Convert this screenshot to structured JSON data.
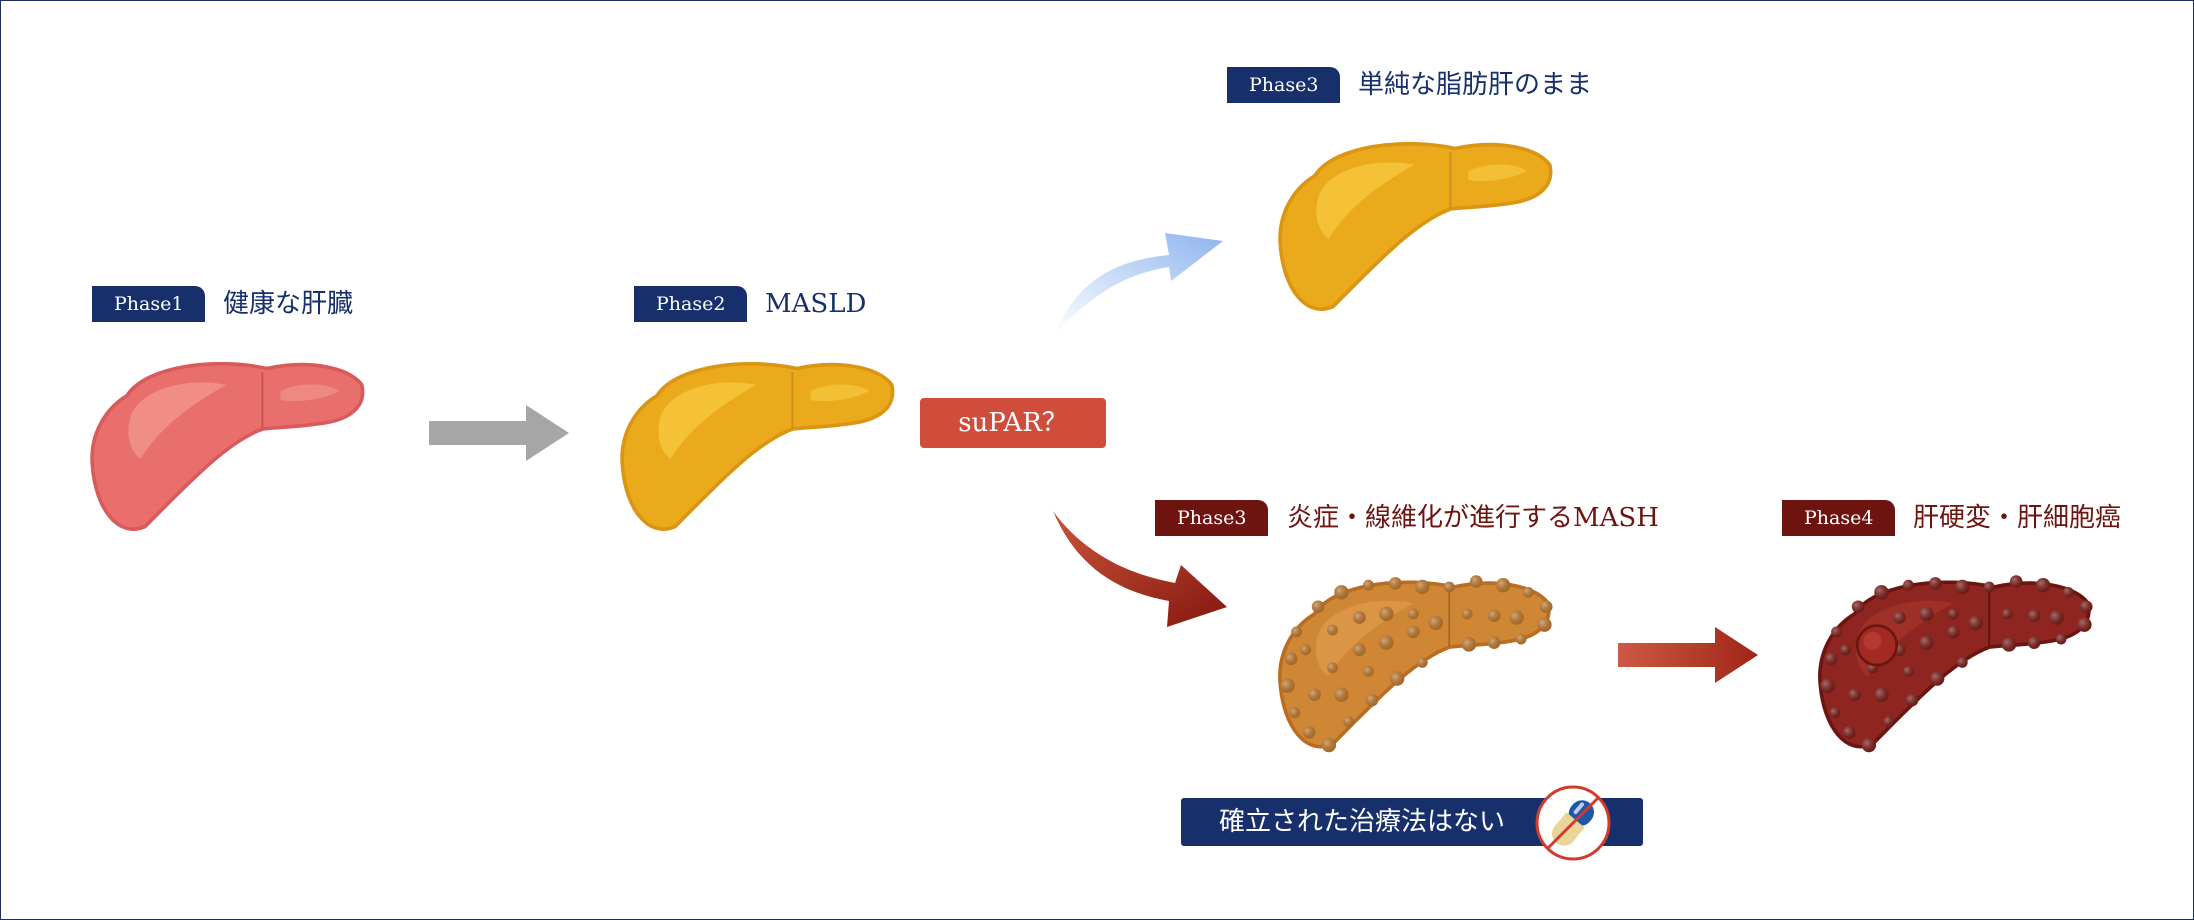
{
  "phases": {
    "healthy": {
      "tag": "Phase1",
      "title": "健康な肝臓"
    },
    "masld": {
      "tag": "Phase2",
      "title": "MASLD"
    },
    "simple_fatty": {
      "tag": "Phase3",
      "title": "単純な脂肪肝のまま"
    },
    "mash": {
      "tag": "Phase3",
      "title": "炎症・線維化が進行するMASH"
    },
    "cirrhosis": {
      "tag": "Phase4",
      "title": "肝硬変・肝細胞癌"
    }
  },
  "supar_label": "suPAR？",
  "no_treatment_label": "確立された治療法はない",
  "colors": {
    "navy": "#17306b",
    "dark_red": "#6e1410",
    "supar": "#d04d3c",
    "healthy_liver": "#e86f6c",
    "fatty_liver": "#eaaa1c",
    "mash_liver": "#cf8635",
    "cirrhosis_liver": "#8e2520",
    "gray_arrow": "#a6a6a6",
    "blue_arrow": "#8fb4ee",
    "red_arrow": "#9b2a1e"
  },
  "icons": [
    "liver-icon",
    "arrow-right-icon",
    "curved-arrow-up-icon",
    "curved-arrow-down-icon",
    "no-medicine-icon"
  ]
}
